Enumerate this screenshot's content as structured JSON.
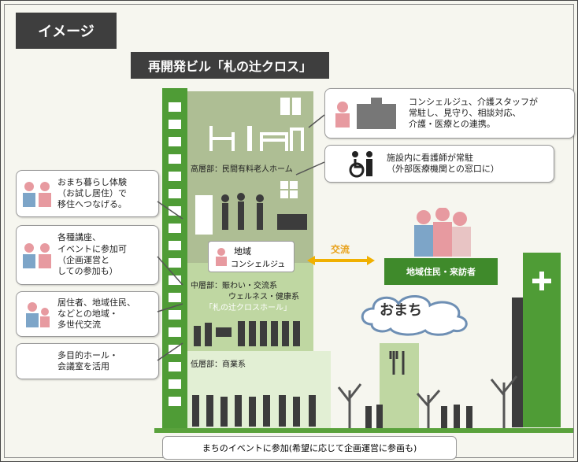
{
  "tag": "イメージ",
  "title": "再開発ビル「札の辻クロス」",
  "floors": {
    "upper": "高層部：民間有料老人ホーム",
    "middle_1": "中層部：賑わい・交流系",
    "middle_2": "ウェルネス・健康系",
    "hall": "「札の辻クロスホール」",
    "lower": "低層部：商業系"
  },
  "concierge": {
    "line1": "地域",
    "line2": "コンシェルジュ"
  },
  "exchange": "交流",
  "residents": "地域住民・来訪者",
  "town": "おまち",
  "callouts": {
    "staff": "コンシェルジュ、介護スタッフが\n常駐し、見守り、相談対応、\n介護・医療との連携。",
    "nurse": "施設内に看護師が常駐\n（外部医療機関との窓口に）",
    "trial": "おまち暮らし体験\n（お試し居住）で\n移住へつなげる。",
    "courses": "各種講座、\nイベントに参加可\n（企画運営と\nしての参加も）",
    "multi": "居住者、地域住民、\nなどとの地域・\n多世代交流",
    "hall": "多目的ホール・\n会議室を活用"
  },
  "bottom": "まちのイベントに参加(希望に応じて企画運営に参画も)",
  "colors": {
    "green": "#4f9c36",
    "dark": "#3e3e3e",
    "pink": "#e79aa0",
    "blue": "#7da5c8"
  }
}
